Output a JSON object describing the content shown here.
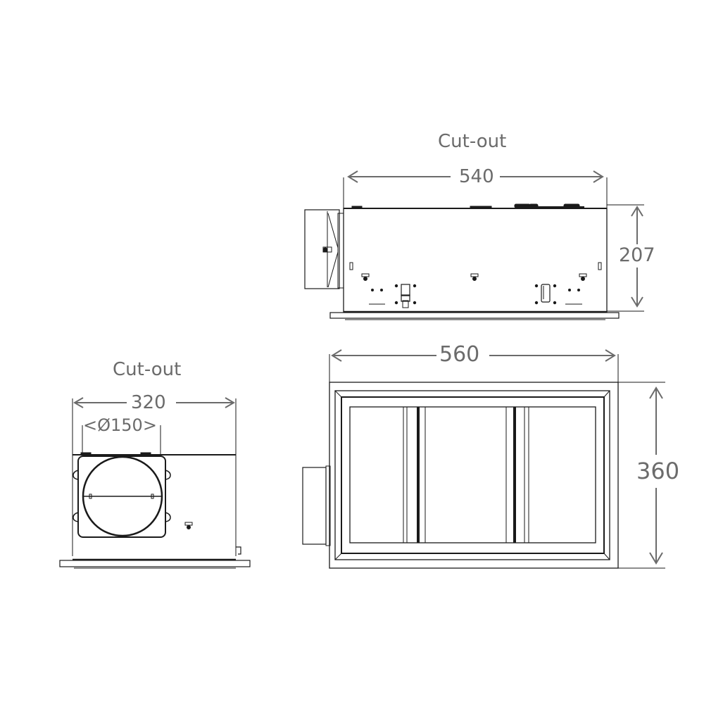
{
  "diagram": {
    "type": "technical-drawing",
    "text_color": "#6b6b6b",
    "line_color": "#1a1a1a",
    "views": {
      "side_view": {
        "label": "Cut-out",
        "width_dim": "540",
        "height_dim": "207"
      },
      "top_view": {
        "width_dim": "560",
        "height_dim": "360"
      },
      "end_view": {
        "label": "Cut-out",
        "width_dim": "320",
        "diameter_dim": "Ø150"
      }
    }
  }
}
